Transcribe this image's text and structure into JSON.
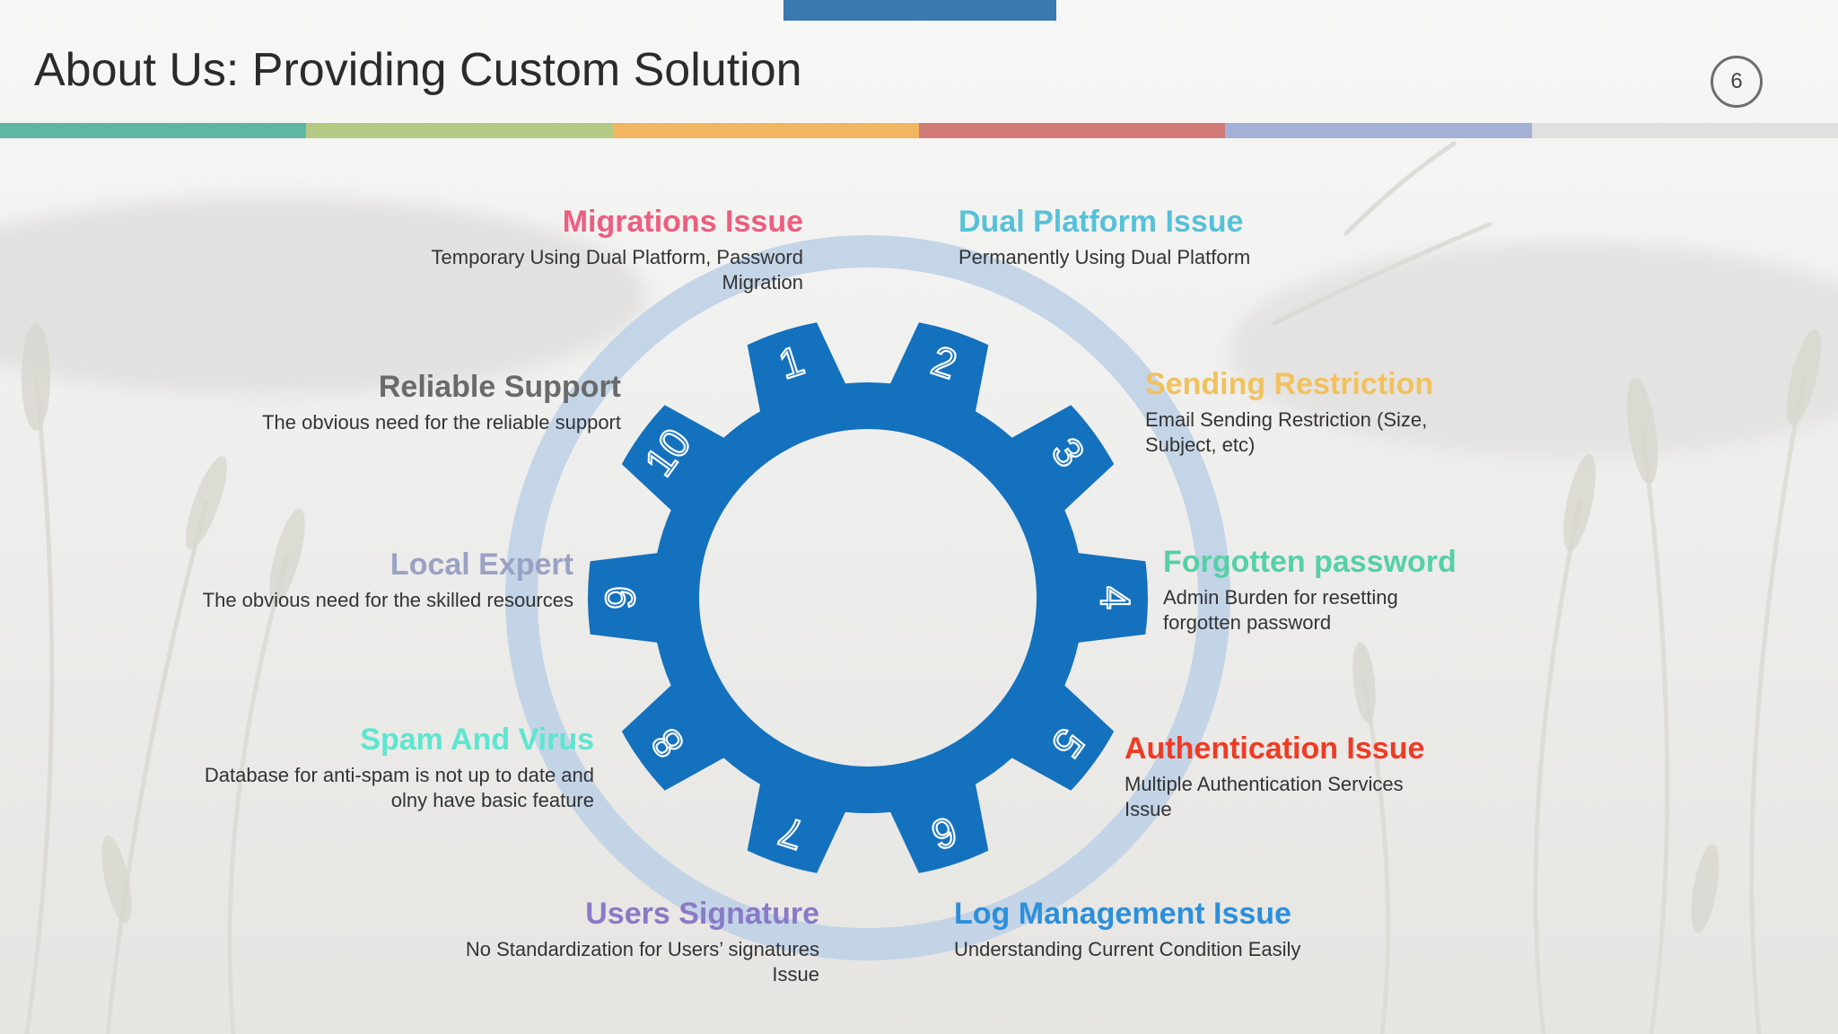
{
  "slide": {
    "title": "About Us: Providing Custom Solution",
    "page_number": "6"
  },
  "colors": {
    "tab_accent": "#3a78b0",
    "gear": "#1471be",
    "ring": "#bcd0e6",
    "bar": [
      "#5fb6a3",
      "#b4ca84",
      "#f1b65f",
      "#d17a77",
      "#a3b1d6",
      "#e0e0e0"
    ]
  },
  "gear": {
    "numbers": [
      "1",
      "2",
      "3",
      "4",
      "5",
      "6",
      "7",
      "8",
      "9",
      "10"
    ]
  },
  "items": [
    {
      "name": "migrations-issue",
      "heading": "Migrations Issue",
      "description": "Temporary Using Dual Platform, Password Migration",
      "color": "#ec5e7f"
    },
    {
      "name": "dual-platform-issue",
      "heading": "Dual Platform Issue",
      "description": "Permanently Using Dual Platform",
      "color": "#56c1d8"
    },
    {
      "name": "sending-restriction",
      "heading": "Sending Restriction",
      "description": "Email Sending Restriction (Size, Subject, etc)",
      "color": "#f2c15e"
    },
    {
      "name": "forgotten-password",
      "heading": "Forgotten password",
      "description": "Admin Burden for resetting forgotten password",
      "color": "#55d0a7"
    },
    {
      "name": "authentication-issue",
      "heading": "Authentication Issue",
      "description": "Multiple Authentication Services Issue",
      "color": "#ef3b23"
    },
    {
      "name": "log-management-issue",
      "heading": "Log Management Issue",
      "description": "Understanding Current Condition Easily",
      "color": "#2b8fdc"
    },
    {
      "name": "users-signature",
      "heading": "Users Signature",
      "description": "No Standardization  for Users’ signatures Issue",
      "color": "#8a79c7"
    },
    {
      "name": "spam-and-virus",
      "heading": "Spam And Virus",
      "description": "Database for anti-spam is not up to date and olny have basic feature",
      "color": "#5de6cf"
    },
    {
      "name": "local-expert",
      "heading": "Local Expert",
      "description": "The obvious need for the skilled resources",
      "color": "#9aa2c4"
    },
    {
      "name": "reliable-support",
      "heading": "Reliable Support",
      "description": "The obvious need for the reliable support",
      "color": "#6a6a6a"
    }
  ]
}
